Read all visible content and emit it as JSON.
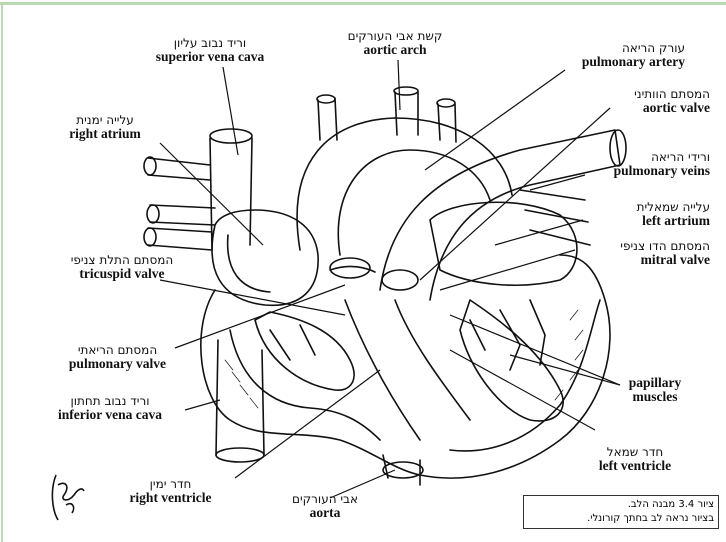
{
  "labels": {
    "svc": {
      "he": "וריד נבוב עליון",
      "en": "superior vena cava"
    },
    "arch": {
      "he": "קשת אבי העורקים",
      "en": "aortic arch"
    },
    "pa": {
      "he": "עורק הריאה",
      "en": "pulmonary artery"
    },
    "av": {
      "he": "המסתם הוותיני",
      "en": "aortic valve"
    },
    "ra": {
      "he": "עלייה ימנית",
      "en": "right atrium"
    },
    "pv": {
      "he": "ורידי הריאה",
      "en": "pulmonary veins"
    },
    "la": {
      "he": "עלייה שמאלית",
      "en": "left artrium"
    },
    "mv": {
      "he": "המסתם הדו צניפי",
      "en": "mitral valve"
    },
    "tv": {
      "he": "המסתם התלת צניפי",
      "en": "tricuspid valve"
    },
    "pulv": {
      "he": "המסתם הריאתי",
      "en": "pulmonary valve"
    },
    "ivc": {
      "he": "וריד נבוב תחתון",
      "en": "inferior vena cava"
    },
    "pm": {
      "en1": "papillary",
      "en2": "muscles"
    },
    "lv": {
      "he": "חדר שמאל",
      "en": "left ventricle"
    },
    "rv": {
      "he": "חדר ימין",
      "en": "right ventricle"
    },
    "aorta": {
      "he": "אבי העורקים",
      "en": "aorta"
    }
  },
  "caption": {
    "line1": "ציור 3.4 מבנה הלב.",
    "line2": "בציור נראה לב בחתך קורונלי."
  },
  "colors": {
    "frame": "#b9d9b0",
    "ink": "#111111"
  }
}
